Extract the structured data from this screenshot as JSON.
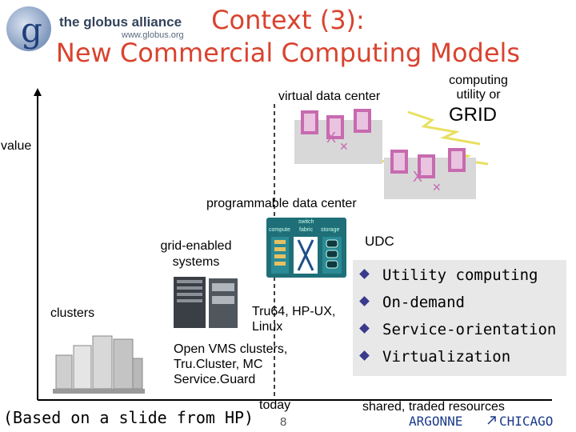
{
  "header": {
    "logo_brand": "the globus alliance",
    "logo_url": "www.globus.org",
    "title_line1": "Context (3):",
    "title_line2": "New Commercial Computing Models"
  },
  "axes": {
    "y_label": "value",
    "x_label": "today"
  },
  "labels": {
    "virtual_data_center": "virtual data center",
    "computing_utility": "computing utility or",
    "grid": "GRID",
    "programmable_data_center": "programmable data center",
    "udc": "UDC",
    "grid_enabled": "grid-enabled systems",
    "clusters": "clusters",
    "tru64": "Tru64, HP-UX, Linux",
    "openvms": "Open VMS clusters, Tru.Cluster, MC Service.Guard"
  },
  "udc_diagram": {
    "compute": "compute",
    "switch": "switch",
    "fabric": "fabric",
    "storage": "storage"
  },
  "bullets": [
    "Utility computing",
    "On-demand",
    "Service-orientation",
    "Virtualization"
  ],
  "footer": {
    "source": "(Based on a slide from HP)",
    "page_number": "8",
    "shared": "shared, traded resources",
    "argonne": "ARGONNE",
    "chicago": "CHICAGO"
  },
  "colors": {
    "title": "#d9432f",
    "bullet_diamond": "#3a3a8c",
    "server_pink": "#c86ab0",
    "footer_blue": "#1a3a8a"
  }
}
